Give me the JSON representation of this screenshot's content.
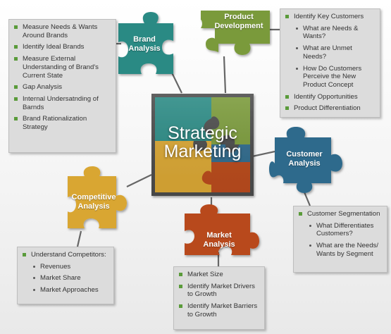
{
  "center": {
    "title": "Strategic\nMarketing"
  },
  "pieces": {
    "brand": "Brand\nAnalysis",
    "product": "Product\nDevelopment",
    "customer": "Customer\nAnalysis",
    "market": "Market\nAnalysis",
    "competitive": "Competitive\nAnalysis"
  },
  "colors": {
    "teal": "#2a8a84",
    "olive": "#7a9a3a",
    "yellow": "#d9a633",
    "orange": "#b8491c",
    "blue": "#2f6a8c"
  },
  "brand_box": {
    "items": [
      "Measure Needs & Wants Around Brands",
      "Identify Ideal Brands",
      "Measure External Understanding of Brand's Current State",
      "Gap Analysis",
      "Internal Undersatnding of Barnds",
      "Brand Rationalization Strategy"
    ]
  },
  "product_box": {
    "item1": "Identify Key Customers",
    "subs": [
      "What are Needs & Wants?",
      "What are Unmet Needs?",
      "How Do Customers Perceive the New Product Concept"
    ],
    "item2": "Identify Opportunities",
    "item3": "Product Differentiation"
  },
  "customer_box": {
    "item1": "Customer Segmentation",
    "subs": [
      "What Differentiates Customers?",
      "What are the Needs/ Wants by Segment"
    ]
  },
  "competitive_box": {
    "item1": "Understand Competitors:",
    "subs": [
      "Revenues",
      "Market Share",
      "Market Approaches"
    ]
  },
  "market_box": {
    "items": [
      "Market Size",
      "Identify Market Drivers to Growth",
      "Identify Market Barriers to Growth"
    ]
  }
}
